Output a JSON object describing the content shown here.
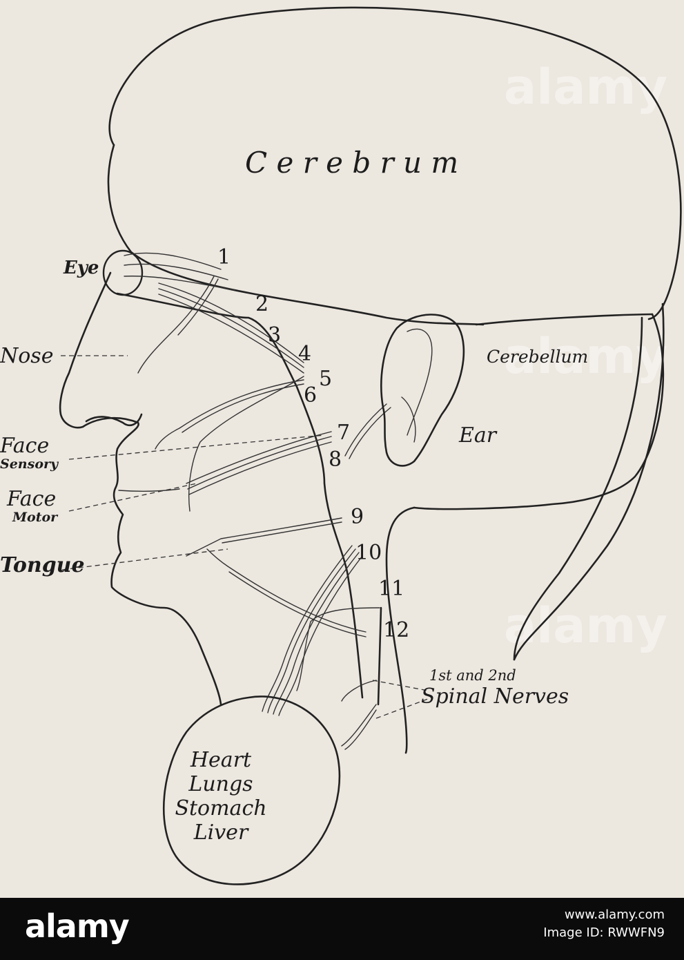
{
  "diagram": {
    "regions": {
      "cerebrum": "C e r e b r u m",
      "cerebellum": "Cerebellum",
      "viscera": [
        "Heart",
        "Lungs",
        "Stomach",
        "Liver"
      ]
    },
    "organs": {
      "eye": "Eye",
      "nose": "Nose",
      "face_sensory_1": "Face",
      "face_sensory_2": "Sensory",
      "face_motor_1": "Face",
      "face_motor_2": "Motor",
      "tongue": "Tongue",
      "ear": "Ear"
    },
    "spinal_label": {
      "line1": "1st and 2nd",
      "line2": "Spinal Nerves"
    },
    "nerve_numbers": [
      "1",
      "2",
      "3",
      "4",
      "5",
      "6",
      "7",
      "8",
      "9",
      "10",
      "11",
      "12"
    ]
  },
  "watermark": "alamy",
  "footer": {
    "brand": "alamy",
    "image_id": "Image ID: RWWFN9",
    "url": "www.alamy.com"
  }
}
